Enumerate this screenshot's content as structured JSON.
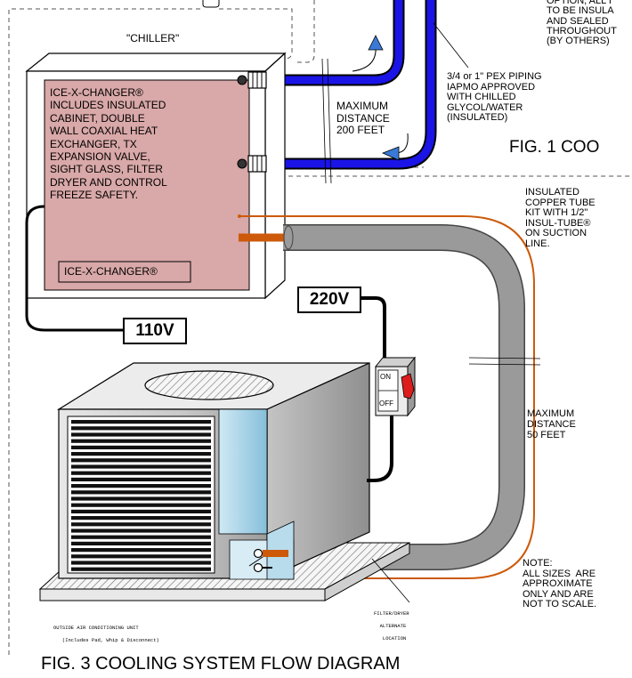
{
  "chiller_label": "\"CHILLER\"",
  "icexchanger_description": "ICE-X-CHANGER®\nINCLUDES INSULATED\nCABINET, DOUBLE\nWALL COAXIAL HEAT\nEXCHANGER, TX\nEXPANSION VALVE,\nSIGHT GLASS, FILTER\nDRYER AND CONTROL\nFREEZE SAFETY.",
  "icexchanger_nameplate": "ICE-X-CHANGER®",
  "option_note": "OPTION, ALL I\nTO BE INSULA\nAND SEALED\nTHROUGHOUT\n(BY OTHERS)",
  "pex_piping_note": "3/4 or 1\" PEX PIPING\nIAPMO APPROVED\nWITH CHILLED\nGLYCOL/WATER\n(INSULATED)",
  "max_distance_upper": "MAXIMUM\nDISTANCE\n200 FEET",
  "fig1_title": "FIG. 1 COO",
  "copper_tube_note": "INSULATED\nCOPPER TUBE\nKIT WITH 1/2\"\nINSUL-TUBE®\nON SUCTION\nLINE.",
  "voltage_220": "220V",
  "voltage_110": "110V",
  "switch_on": "ON",
  "switch_off": "OFF",
  "max_distance_lower": "MAXIMUM\nDISTANCE\n50 FEET",
  "outdoor_unit_label": "OUTSIDE AIR CONDITIONING UNIT\n\n   (Includes Pad, Whip & Disconnect)",
  "filter_dryer_label": "FILTER/DRYER\n\n  ALTERNATE\n\n   LOCATION",
  "scale_note": "NOTE:\nALL SIZES  ARE\nAPPROXIMATE\nONLY AND ARE\nNOT TO SCALE.",
  "fig3_title": "FIG. 3 COOLING SYSTEM FLOW DIAGRAM",
  "colors": {
    "pex_blue": "#1a14e6",
    "copper": "#cc5a0a",
    "insul_gray": "#9a9a9a",
    "icexchanger_panel": "#d9a8a8",
    "unit_front": "#cfcfcf",
    "unit_side": "#a8a8a8",
    "unit_window": "#a9d6ea",
    "switch_red": "#dd1c1c"
  },
  "icons": [
    "pipe-fitting-icon",
    "flow-direction-arrow-icon",
    "disconnect-switch-icon",
    "service-valve-icon"
  ]
}
